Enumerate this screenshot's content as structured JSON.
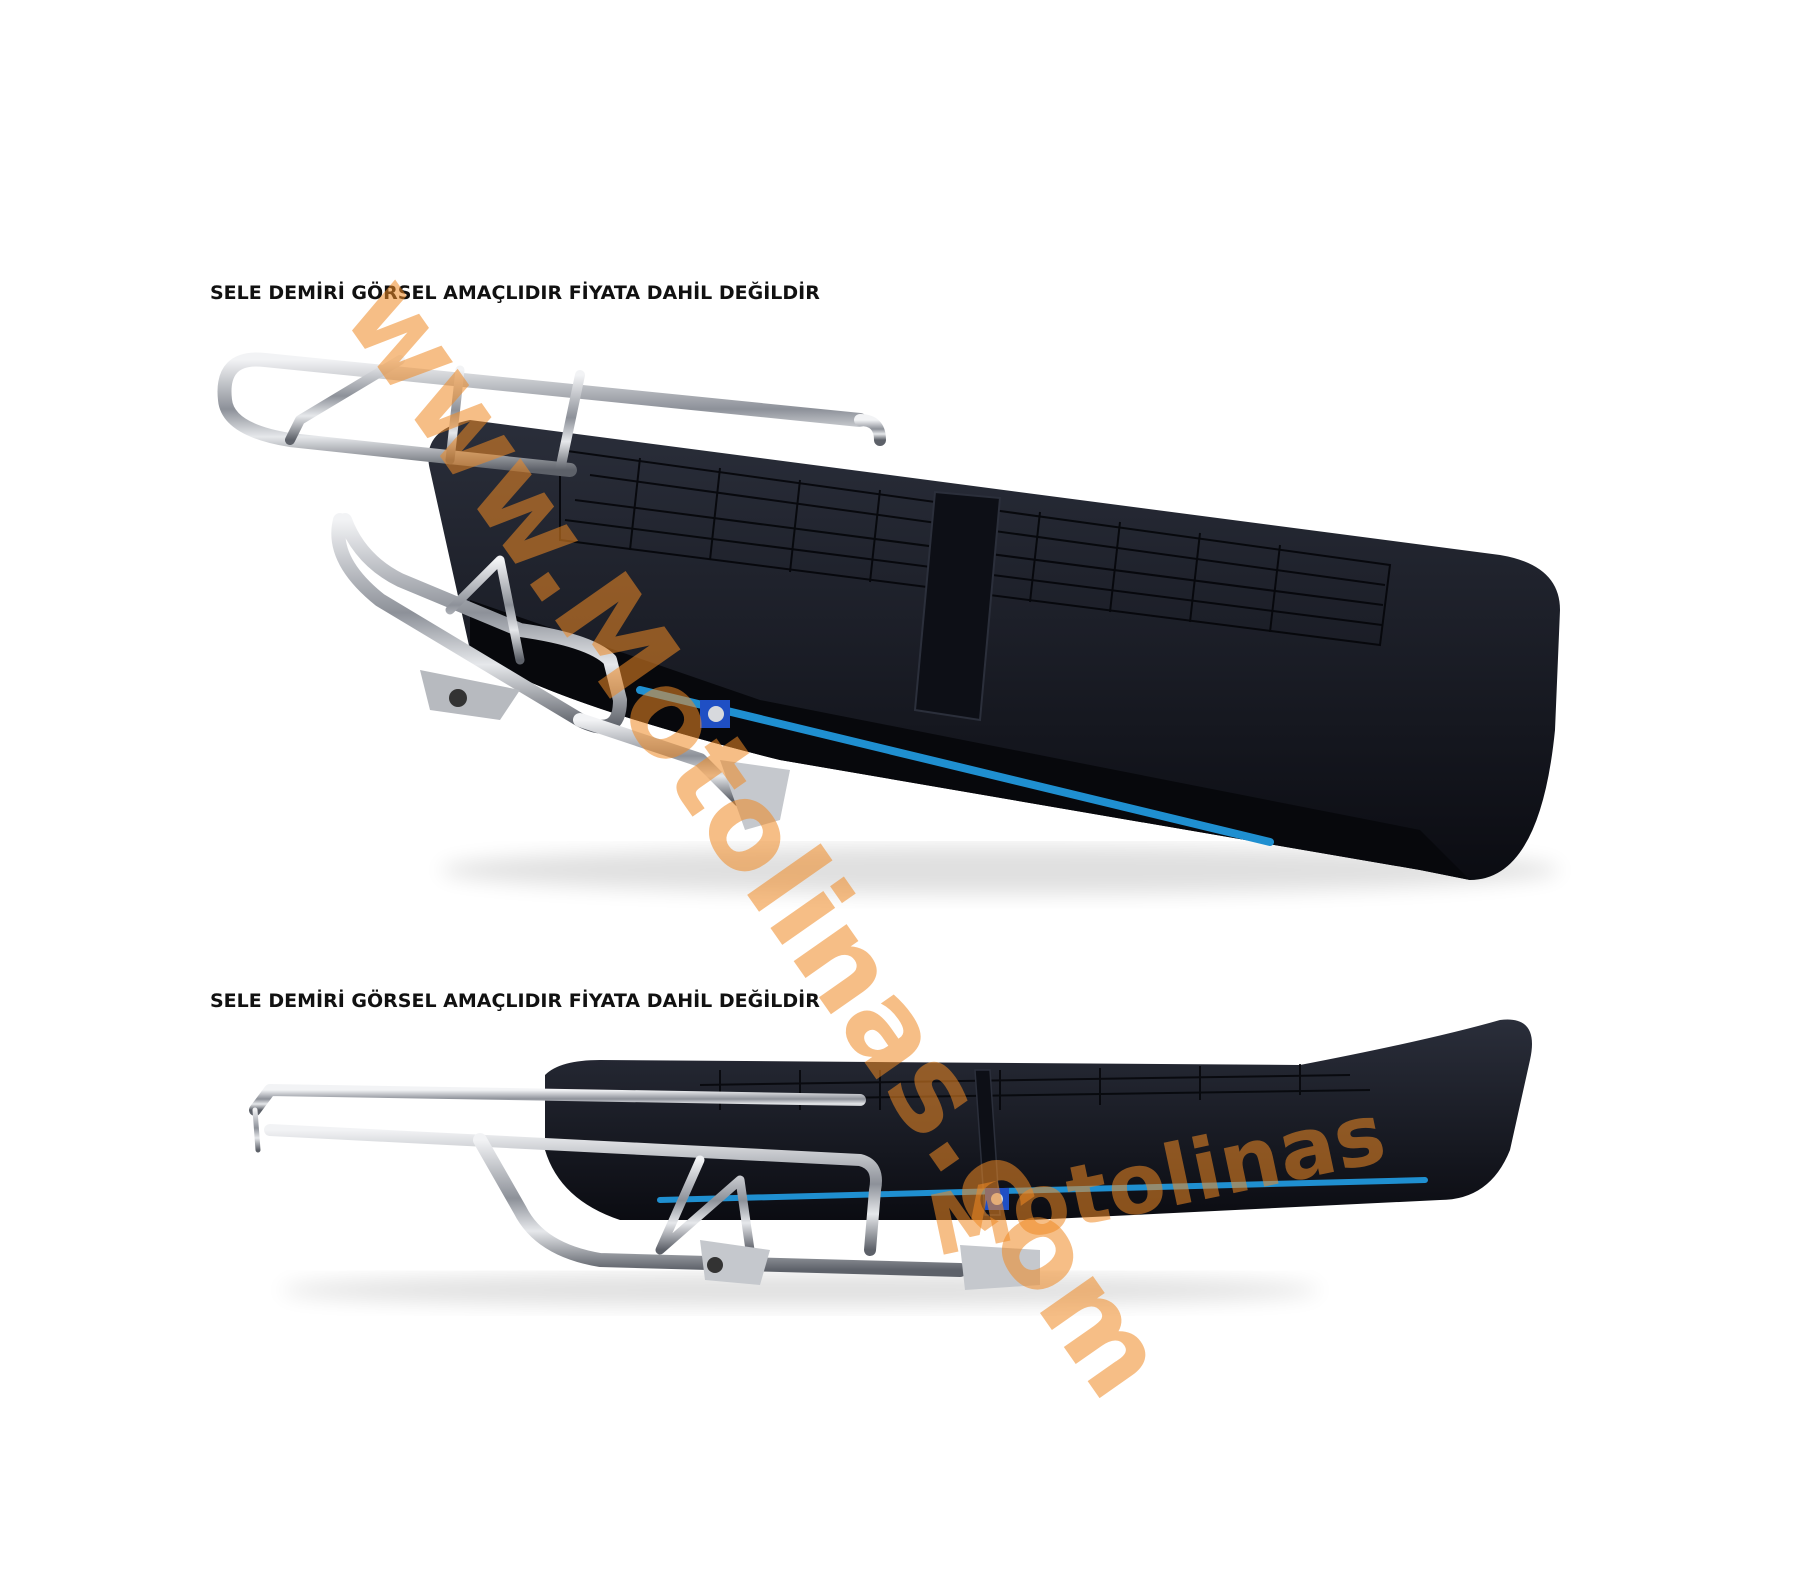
{
  "image": {
    "description": "Product photo of black quilted motorcycle seat with chrome rear luggage rack and blue trim, shown in two views",
    "background": "#ffffff"
  },
  "captions": [
    {
      "text": "SELE DEMİRİ GÖRSEL AMAÇLIDIR FİYATA DAHİL DEĞİLDİR"
    },
    {
      "text": "SELE DEMİRİ GÖRSEL AMAÇLIDIR FİYATA DAHİL DEĞİLDİR"
    }
  ],
  "watermarks": {
    "main": "www.Motolinas.com",
    "secondary": "Motolinas",
    "color": "#f08a24"
  },
  "colors": {
    "seat": "#12141c",
    "chrome": "#b9bcc2",
    "trim_blue": "#1f8fd0"
  }
}
